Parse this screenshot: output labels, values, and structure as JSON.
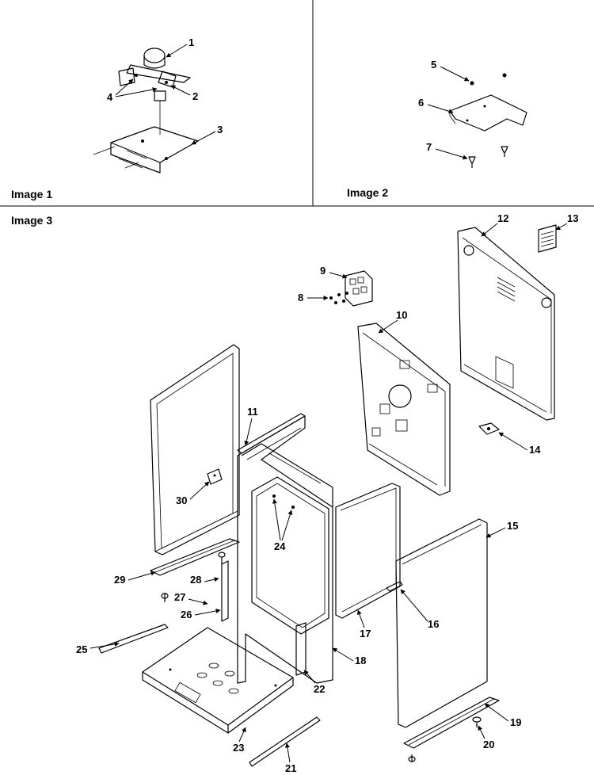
{
  "panels": [
    {
      "id": "panel1",
      "title": "Image 1"
    },
    {
      "id": "panel2",
      "title": "Image 2"
    },
    {
      "id": "panel3",
      "title": "Image 3"
    }
  ],
  "callouts": [
    "1",
    "2",
    "3",
    "4",
    "5",
    "6",
    "7",
    "8",
    "9",
    "10",
    "11",
    "12",
    "13",
    "14",
    "15",
    "16",
    "17",
    "18",
    "19",
    "20",
    "21",
    "22",
    "23",
    "24",
    "25",
    "26",
    "27",
    "28",
    "29",
    "30"
  ]
}
